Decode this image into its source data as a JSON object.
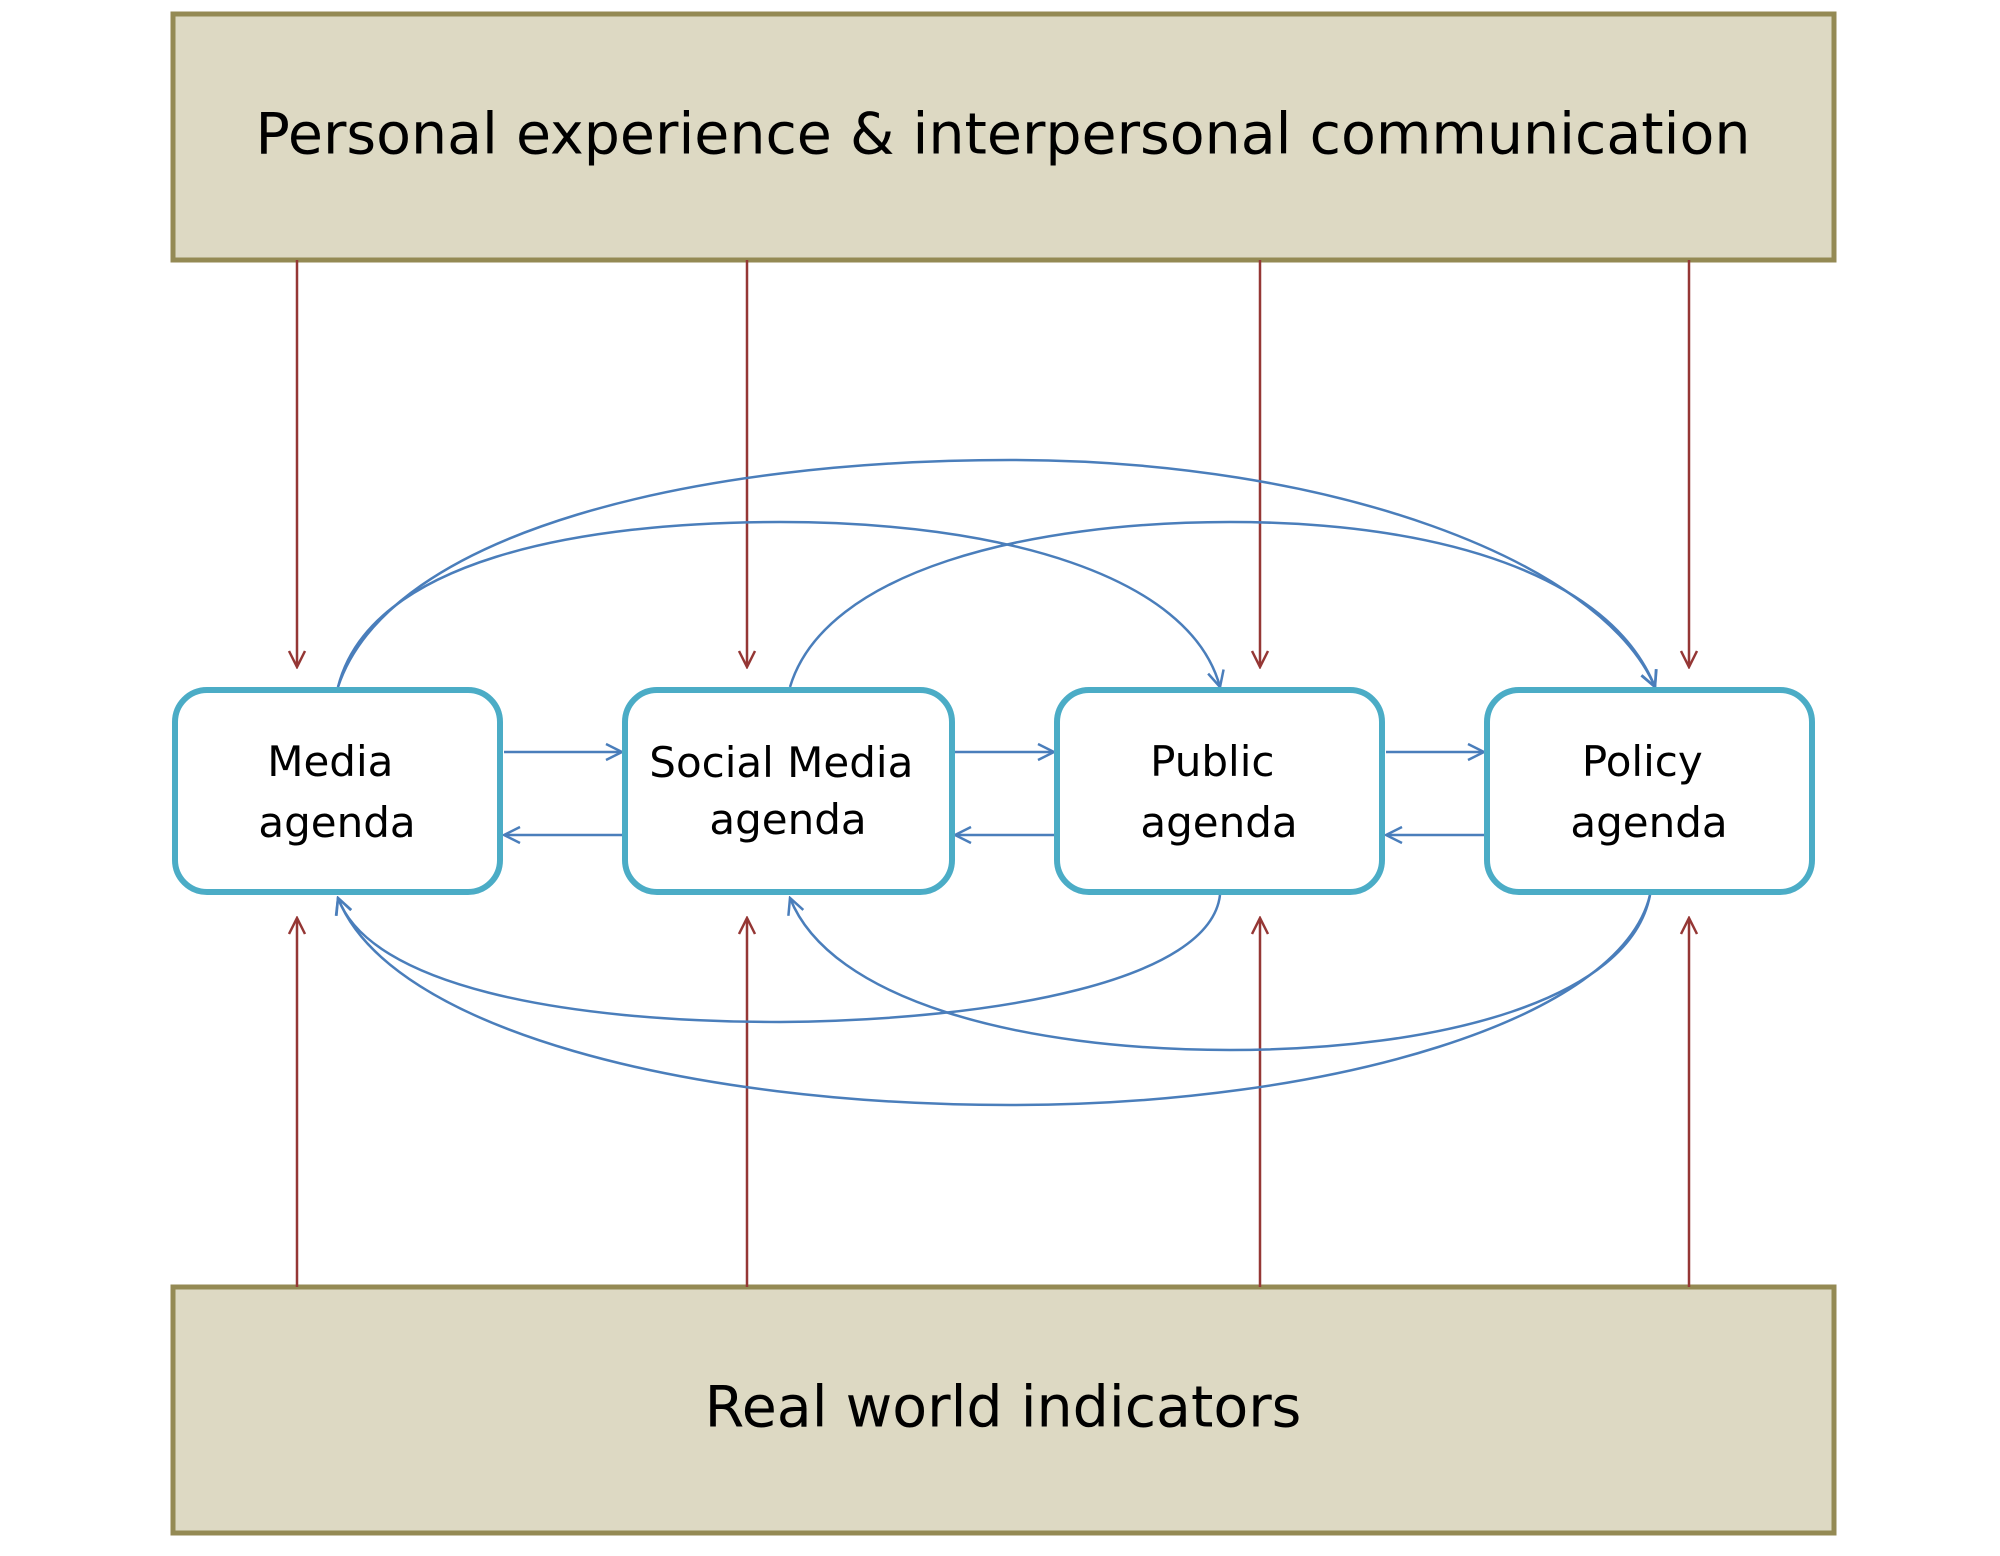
{
  "top_box": {
    "label": "Personal experience & interpersonal communication"
  },
  "bottom_box": {
    "label": "Real world indicators"
  },
  "agendas": [
    {
      "id": "media",
      "line1": "Media",
      "line2": "agenda"
    },
    {
      "id": "social",
      "line1": "Social Media",
      "line2": "agenda"
    },
    {
      "id": "public",
      "line1": "Public",
      "line2": "agenda"
    },
    {
      "id": "policy",
      "line1": "Policy",
      "line2": "agenda"
    }
  ],
  "colors": {
    "context_fill": "#ddd9c3",
    "context_border": "#948a54",
    "agenda_border": "#4bacc6",
    "influence_arrow": "#4a7ebb",
    "context_arrow": "#953735"
  }
}
